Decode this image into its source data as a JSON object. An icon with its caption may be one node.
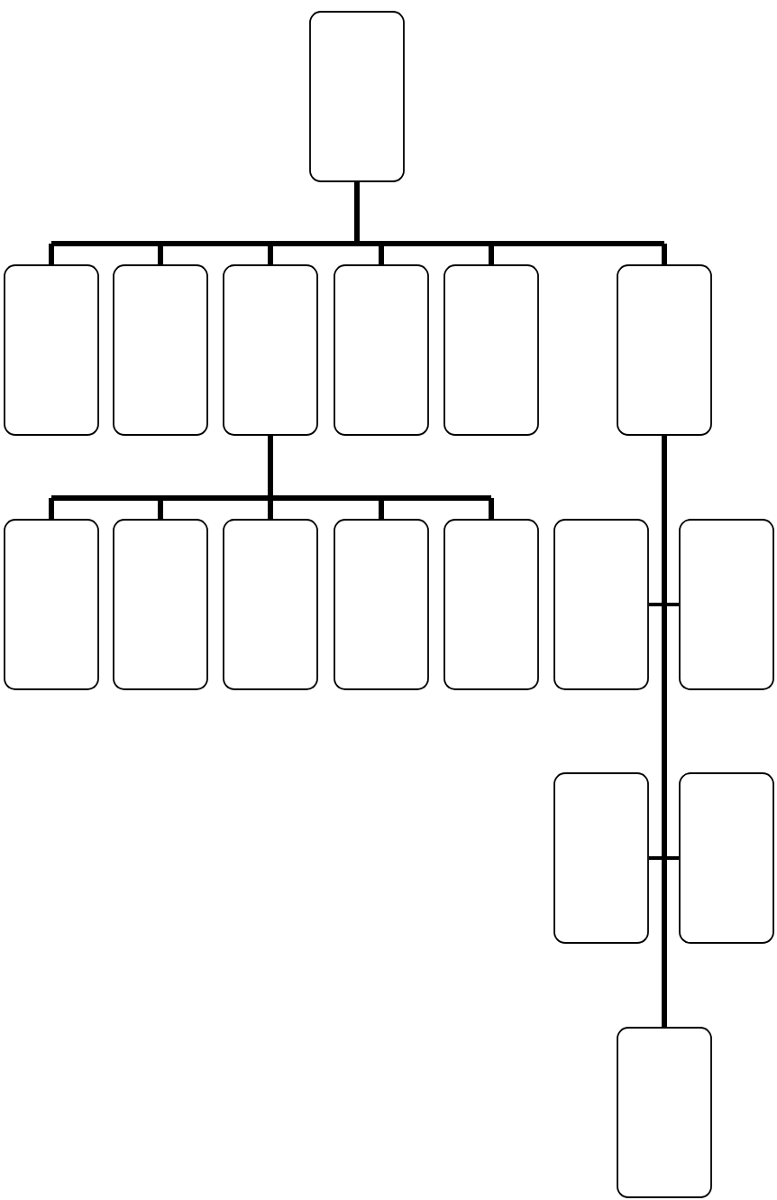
{
  "diagram": {
    "nodes": [
      {
        "text": [],
        "shape": "box"
      },
      {
        "text": [],
        "shape": "box"
      },
      {
        "text": [],
        "shape": "box"
      },
      {
        "text": [],
        "shape": "box"
      },
      {
        "text": [],
        "shape": "box"
      },
      {
        "text": [],
        "shape": "box"
      },
      {
        "text": [],
        "shape": "box"
      },
      {
        "text": [],
        "shape": "box"
      },
      {
        "text": [],
        "shape": "box"
      },
      {
        "text": [],
        "shape": "box"
      },
      {
        "text": [],
        "shape": "box"
      },
      {
        "text": [],
        "shape": "box"
      },
      {
        "text": [],
        "shape": "box"
      },
      {
        "text": [],
        "shape": "box"
      },
      {
        "text": [],
        "shape": "box"
      },
      {
        "text": [],
        "shape": "box"
      },
      {
        "text": [],
        "shape": "box"
      }
    ],
    "edges": [
      {
        "from": 0,
        "to": 1,
        "arrow": "none"
      },
      {
        "from": 0,
        "to": 2,
        "arrow": "none"
      },
      {
        "from": 0,
        "to": 3,
        "arrow": "none"
      },
      {
        "from": 0,
        "to": 4,
        "arrow": "none"
      },
      {
        "from": 0,
        "to": 5,
        "arrow": "none"
      },
      {
        "from": 0,
        "to": 6,
        "arrow": "none"
      },
      {
        "from": 3,
        "to": 7,
        "arrow": "none"
      },
      {
        "from": 3,
        "to": 8,
        "arrow": "none"
      },
      {
        "from": 3,
        "to": 9,
        "arrow": "none"
      },
      {
        "from": 3,
        "to": 10,
        "arrow": "none"
      },
      {
        "from": 3,
        "to": 11,
        "arrow": "none"
      },
      {
        "from": 6,
        "to": 12,
        "arrow": "none"
      },
      {
        "from": 6,
        "to": 13,
        "arrow": "none"
      },
      {
        "from": 6,
        "to": 14,
        "arrow": "none"
      },
      {
        "from": 6,
        "to": 15,
        "arrow": "none"
      },
      {
        "from": 6,
        "to": 16,
        "arrow": "none"
      }
    ]
  }
}
